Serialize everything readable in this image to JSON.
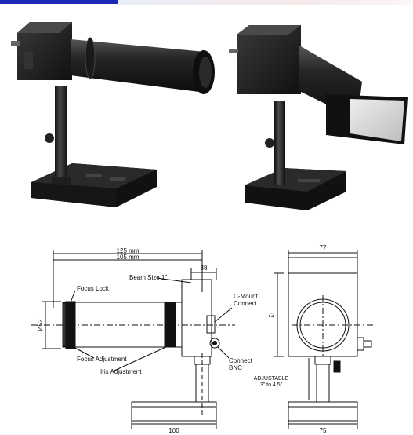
{
  "header_bar": {
    "accent_color": "#1d2ab8"
  },
  "drawing": {
    "dim_overall_long": "125 mm",
    "dim_overall_short": "105 mm",
    "beam_size_label": "Beam Size 1”",
    "dim_body_width": "38",
    "focus_lock_label": "Focus Lock",
    "focus_adjustment_label": "Focus Adjustment",
    "iris_adjustment_label": "Iris Adjustment",
    "c_mount_label": "C-Mount\nConnect",
    "connect_bnc_label": "Connect\nBNC",
    "dia_label": "Ø52",
    "dim_top_width": "77",
    "dim_height": "72",
    "adjustable_label": "ADJUSTABLE\n3” to 4.5”",
    "dim_base_length": "100",
    "dim_base_width": "75"
  }
}
